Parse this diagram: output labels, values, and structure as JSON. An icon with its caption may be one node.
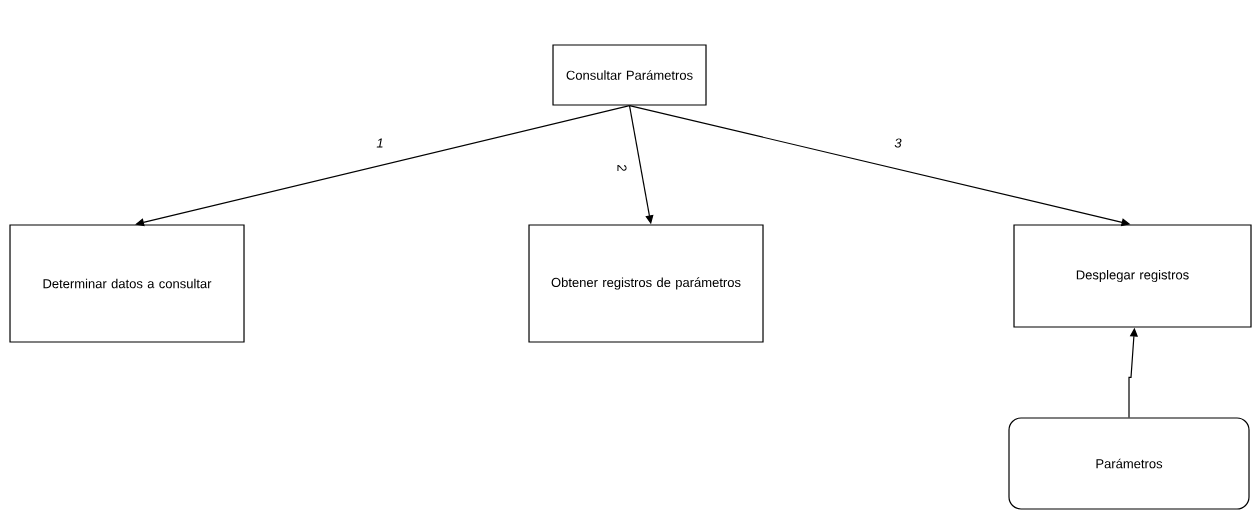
{
  "diagram": {
    "nodes": [
      {
        "text": [
          "Consultar Parámetros"
        ]
      },
      {
        "text": [
          "Determinar datos a consultar"
        ]
      },
      {
        "text": [
          "Obtener registros de parámetros"
        ]
      },
      {
        "text": [
          "Desplegar registros"
        ]
      },
      {
        "text": [
          "Parámetros"
        ]
      }
    ],
    "edges": [
      {
        "from": 0,
        "to": 1,
        "arrow": "to",
        "label": "1"
      },
      {
        "from": 0,
        "to": 2,
        "arrow": "to",
        "label": "2"
      },
      {
        "from": 0,
        "to": 3,
        "arrow": "to",
        "label": "3"
      },
      {
        "from": 4,
        "to": 3,
        "arrow": "to"
      }
    ]
  }
}
